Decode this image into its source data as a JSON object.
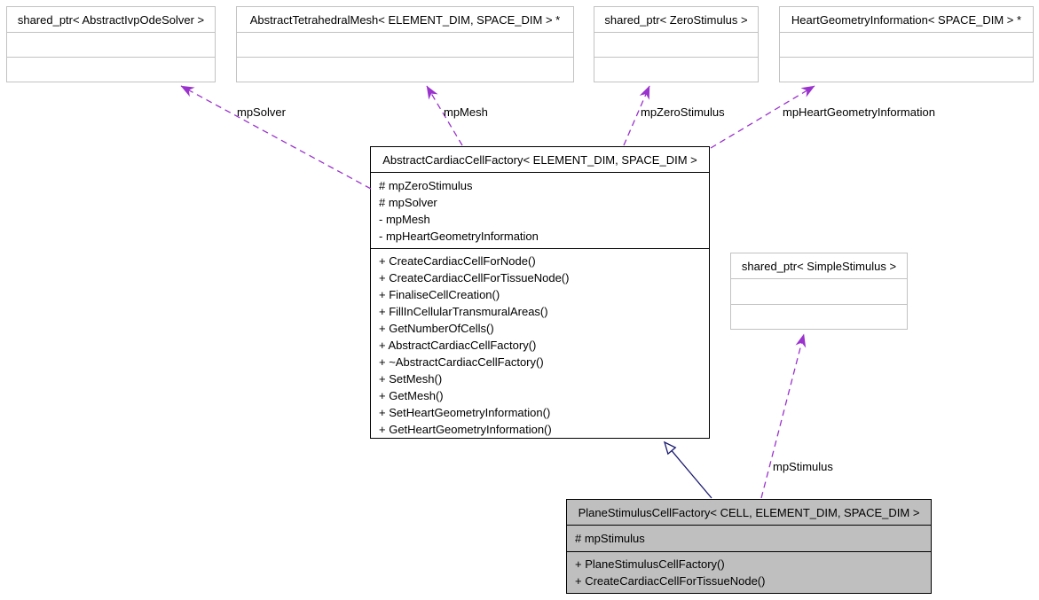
{
  "diagram": {
    "colors": {
      "usage_edge": "#9a32cd",
      "inheritance_edge": "#191970",
      "highlight_fill": "#bfbfbf",
      "box_border_light": "#c2c2c2"
    },
    "top_classes": [
      {
        "title": "shared_ptr< AbstractIvpOdeSolver >"
      },
      {
        "title": "AbstractTetrahedralMesh< ELEMENT_DIM, SPACE_DIM > *"
      },
      {
        "title": "shared_ptr< ZeroStimulus >"
      },
      {
        "title": "HeartGeometryInformation< SPACE_DIM > *"
      }
    ],
    "central_class": {
      "title": "AbstractCardiacCellFactory< ELEMENT_DIM, SPACE_DIM >",
      "attributes": [
        "# mpZeroStimulus",
        "# mpSolver",
        "- mpMesh",
        "- mpHeartGeometryInformation"
      ],
      "methods": [
        "+ CreateCardiacCellForNode()",
        "+ CreateCardiacCellForTissueNode()",
        "+ FinaliseCellCreation()",
        "+ FillInCellularTransmuralAreas()",
        "+ GetNumberOfCells()",
        "+ AbstractCardiacCellFactory()",
        "+ ~AbstractCardiacCellFactory()",
        "+ SetMesh()",
        "+ GetMesh()",
        "+ SetHeartGeometryInformation()",
        "+ GetHeartGeometryInformation()"
      ]
    },
    "simple_stimulus_class": {
      "title": "shared_ptr< SimpleStimulus >"
    },
    "derived_class": {
      "title": "PlaneStimulusCellFactory< CELL, ELEMENT_DIM, SPACE_DIM >",
      "attributes": [
        "# mpStimulus"
      ],
      "methods": [
        "+ PlaneStimulusCellFactory()",
        "+ CreateCardiacCellForTissueNode()"
      ]
    },
    "edge_labels": {
      "solver": "mpSolver",
      "mesh": "mpMesh",
      "zero_stimulus": "mpZeroStimulus",
      "heart_geometry": "mpHeartGeometryInformation",
      "stimulus": "mpStimulus"
    }
  }
}
